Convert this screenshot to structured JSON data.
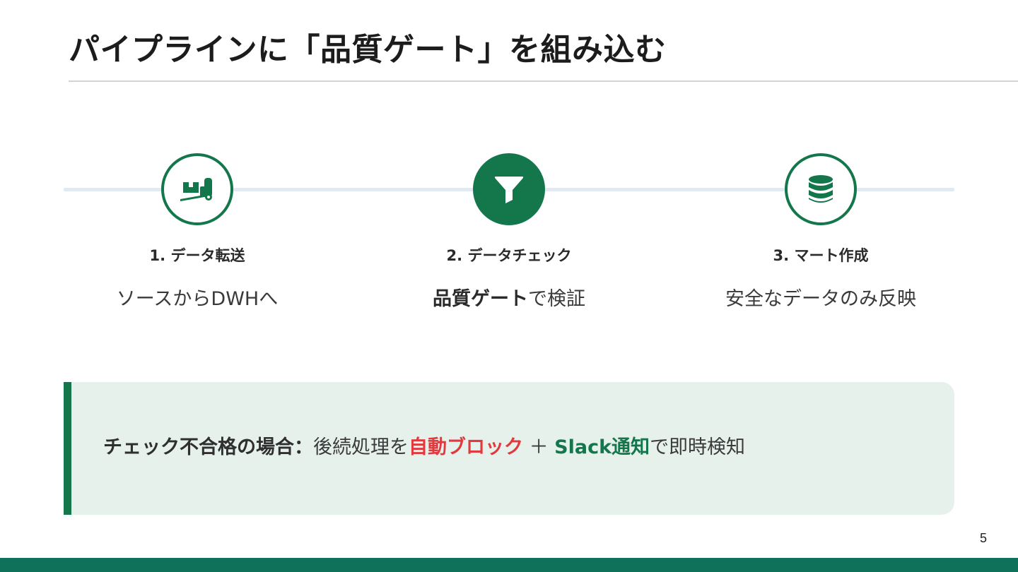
{
  "slide": {
    "title": "パイプラインに「品質ゲート」を組み込む",
    "page_number": "5"
  },
  "steps": [
    {
      "label": "1. データ転送",
      "description": "ソースからDWHへ",
      "icon": "truck-loading-icon",
      "style": "outline"
    },
    {
      "label": "2. データチェック",
      "description_bold": "品質ゲート",
      "description_rest": "で検証",
      "icon": "filter-icon",
      "style": "filled"
    },
    {
      "label": "3. マート作成",
      "description": "安全なデータのみ反映",
      "icon": "database-icon",
      "style": "outline"
    }
  ],
  "callout": {
    "lead": "チェック不合格の場合：",
    "text_1": "後続処理を",
    "highlight_red": "自動ブロック",
    "plus": " ＋ ",
    "highlight_green": "Slack通知",
    "text_2": "で即時検知"
  },
  "colors": {
    "accent_green": "#14774c",
    "alert_red": "#e0393e",
    "callout_bg": "#e6f1ec",
    "timeline": "#e3e9f1",
    "footer": "#10715a"
  }
}
